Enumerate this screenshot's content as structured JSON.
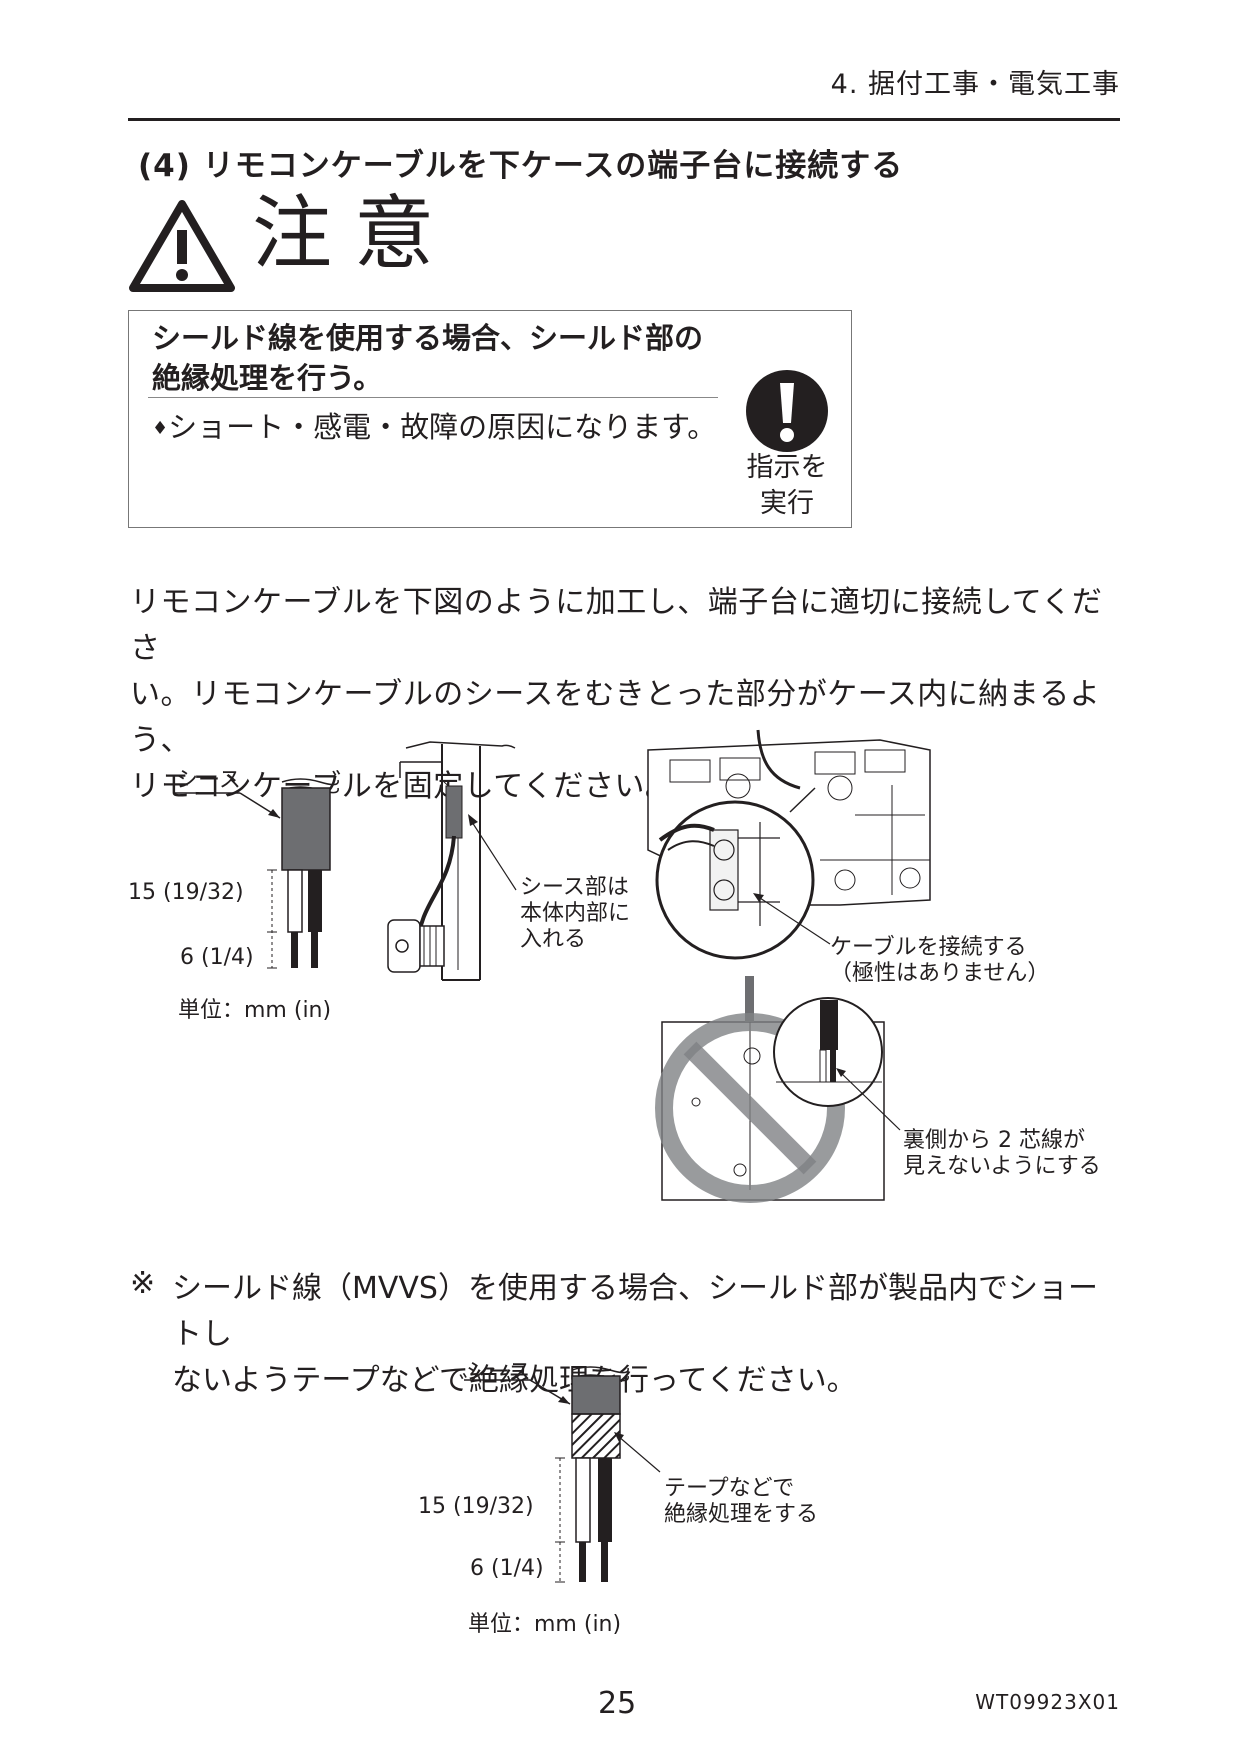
{
  "header": {
    "section": "4. 据付工事・電気工事"
  },
  "section_title": "(4) リモコンケーブルを下ケースの端子台に接続する",
  "caution": {
    "title": "注意",
    "heading": "シールド線を使用する場合、シールド部の\n絶縁処理を行う。",
    "bullet": "ショート・感電・故障の原因になります。",
    "instruction": "指示を\n実行"
  },
  "body_text": "リモコンケーブルを下図のように加工し、端子台に適切に接続してくださ\nい。リモコンケーブルのシースをむきとった部分がケース内に納まるよう、\nリモコンケーブルを固定してください。",
  "fig1": {
    "sheath_label": "シース",
    "dim_long": "15 (19/32)",
    "dim_short": "6 (1/4)",
    "unit": "単位：mm (in)"
  },
  "fig2": {
    "label": "シース部は\n本体内部に\n入れる"
  },
  "fig3": {
    "label": "ケーブルを接続する\n（極性はありません）"
  },
  "fig4": {
    "label": "裏側から 2 芯線が\n見えないようにする"
  },
  "note": {
    "mark": "※",
    "text": "シールド線（MVVS）を使用する場合、シールド部が製品内でショートし\nないようテープなどで絶縁処理を行ってください。"
  },
  "fig5": {
    "sheath_label": "シース",
    "tape_label": "テープなどで\n絶縁処理をする",
    "dim_long": "15 (19/32)",
    "dim_short": "6 (1/4)",
    "unit": "単位：mm (in)"
  },
  "footer": {
    "page_number": "25",
    "doc_code": "WT09923X01"
  },
  "colors": {
    "text": "#231f20",
    "sheath": "#6d6e71",
    "prohibit": "#808285"
  }
}
